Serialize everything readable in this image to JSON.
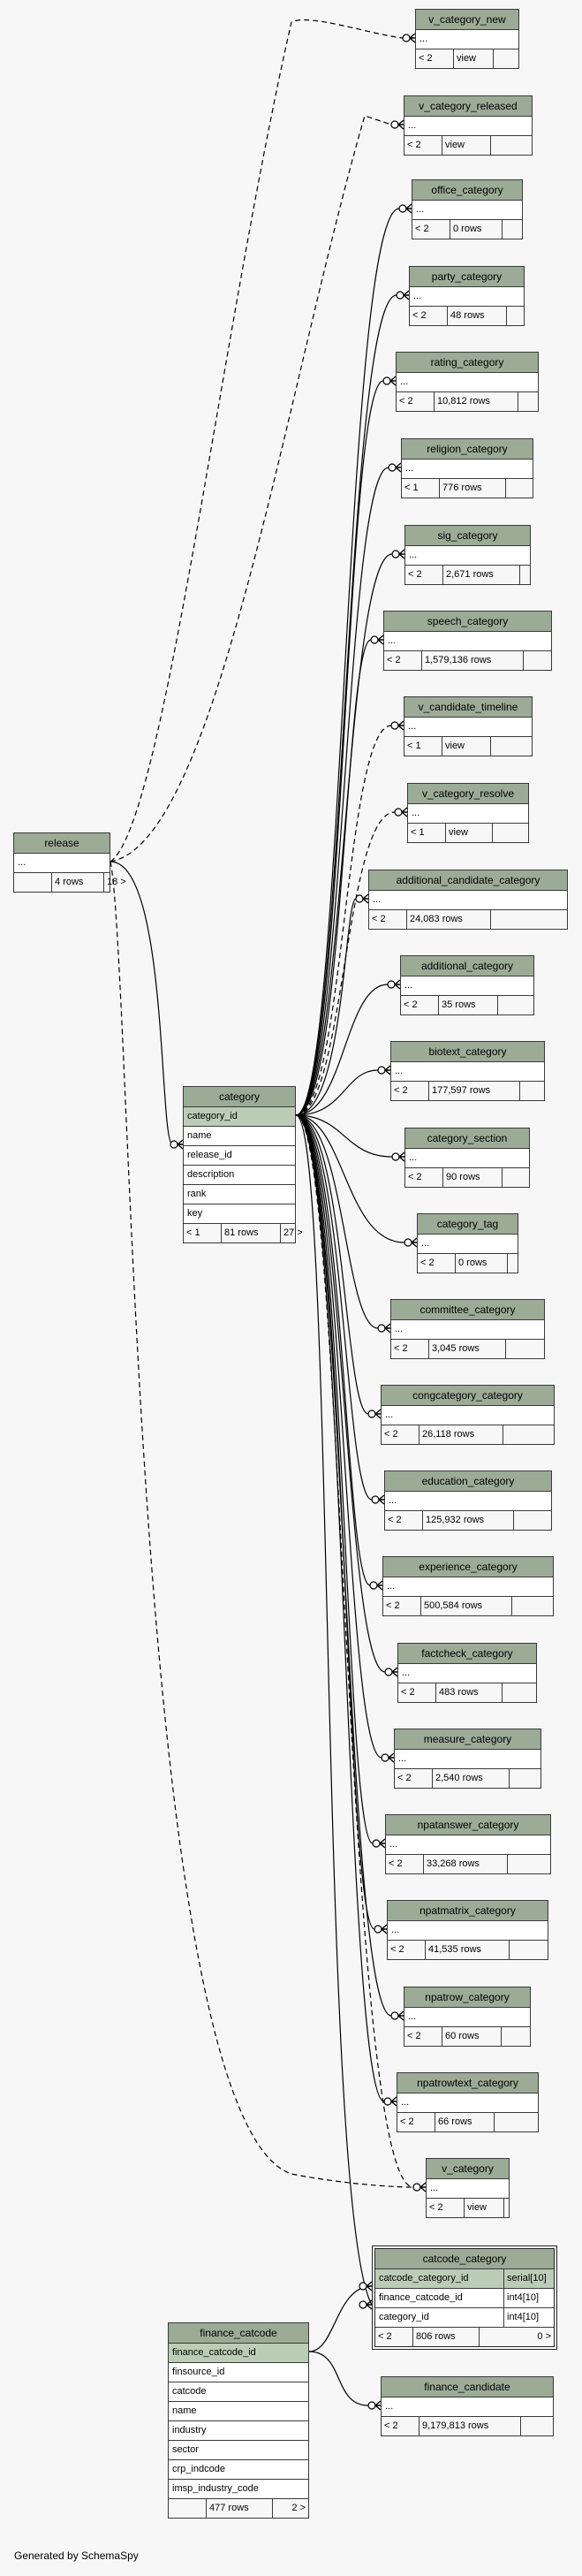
{
  "diagram": {
    "generator": "Generated by SchemaSpy",
    "colors": {
      "header": "#9bab96",
      "pk_row": "#bccdb7",
      "background": "#f7f7f7",
      "border": "#3a3a3a"
    },
    "tables": [
      {
        "id": "v_category_new",
        "name": "v_category_new",
        "rows": [
          {
            "name": "..."
          }
        ],
        "footer": [
          "< 2",
          "view",
          ""
        ],
        "rel": "dashed",
        "from": "release"
      },
      {
        "id": "v_category_released",
        "name": "v_category_released",
        "rows": [
          {
            "name": "..."
          }
        ],
        "footer": [
          "< 2",
          "view",
          ""
        ],
        "rel": "dashed",
        "from": "release"
      },
      {
        "id": "office_category",
        "name": "office_category",
        "rows": [
          {
            "name": "..."
          }
        ],
        "footer": [
          "< 2",
          "0 rows",
          ""
        ],
        "rel": "solid",
        "from": "category"
      },
      {
        "id": "party_category",
        "name": "party_category",
        "rows": [
          {
            "name": "..."
          }
        ],
        "footer": [
          "< 2",
          "48 rows",
          ""
        ],
        "rel": "solid",
        "from": "category"
      },
      {
        "id": "rating_category",
        "name": "rating_category",
        "rows": [
          {
            "name": "..."
          }
        ],
        "footer": [
          "< 2",
          "10,812 rows",
          ""
        ],
        "rel": "solid",
        "from": "category"
      },
      {
        "id": "religion_category",
        "name": "religion_category",
        "rows": [
          {
            "name": "..."
          }
        ],
        "footer": [
          "< 1",
          "776 rows",
          ""
        ],
        "rel": "solid",
        "from": "category"
      },
      {
        "id": "sig_category",
        "name": "sig_category",
        "rows": [
          {
            "name": "..."
          }
        ],
        "footer": [
          "< 2",
          "2,671 rows",
          ""
        ],
        "rel": "solid",
        "from": "category"
      },
      {
        "id": "speech_category",
        "name": "speech_category",
        "rows": [
          {
            "name": "..."
          }
        ],
        "footer": [
          "< 2",
          "1,579,136 rows",
          ""
        ],
        "rel": "solid",
        "from": "category"
      },
      {
        "id": "v_candidate_timeline",
        "name": "v_candidate_timeline",
        "rows": [
          {
            "name": "..."
          }
        ],
        "footer": [
          "< 1",
          "view",
          ""
        ],
        "rel": "dashed",
        "from": "category"
      },
      {
        "id": "v_category_resolve",
        "name": "v_category_resolve",
        "rows": [
          {
            "name": "..."
          }
        ],
        "footer": [
          "< 1",
          "view",
          ""
        ],
        "rel": "dashed",
        "from": "category"
      },
      {
        "id": "additional_candidate_category",
        "name": "additional_candidate_category",
        "rows": [
          {
            "name": "..."
          }
        ],
        "footer": [
          "< 2",
          "24,083 rows",
          ""
        ],
        "rel": "solid",
        "from": "category"
      },
      {
        "id": "additional_category",
        "name": "additional_category",
        "rows": [
          {
            "name": "..."
          }
        ],
        "footer": [
          "< 2",
          "35 rows",
          ""
        ],
        "rel": "solid",
        "from": "category"
      },
      {
        "id": "biotext_category",
        "name": "biotext_category",
        "rows": [
          {
            "name": "..."
          }
        ],
        "footer": [
          "< 2",
          "177,597 rows",
          ""
        ],
        "rel": "solid",
        "from": "category"
      },
      {
        "id": "category_section",
        "name": "category_section",
        "rows": [
          {
            "name": "..."
          }
        ],
        "footer": [
          "< 2",
          "90 rows",
          ""
        ],
        "rel": "solid",
        "from": "category"
      },
      {
        "id": "category_tag",
        "name": "category_tag",
        "rows": [
          {
            "name": "..."
          }
        ],
        "footer": [
          "< 2",
          "0 rows",
          ""
        ],
        "rel": "solid",
        "from": "category"
      },
      {
        "id": "committee_category",
        "name": "committee_category",
        "rows": [
          {
            "name": "..."
          }
        ],
        "footer": [
          "< 2",
          "3,045 rows",
          ""
        ],
        "rel": "solid",
        "from": "category"
      },
      {
        "id": "congcategory_category",
        "name": "congcategory_category",
        "rows": [
          {
            "name": "..."
          }
        ],
        "footer": [
          "< 2",
          "26,118 rows",
          ""
        ],
        "rel": "solid",
        "from": "category"
      },
      {
        "id": "education_category",
        "name": "education_category",
        "rows": [
          {
            "name": "..."
          }
        ],
        "footer": [
          "< 2",
          "125,932 rows",
          ""
        ],
        "rel": "solid",
        "from": "category"
      },
      {
        "id": "experience_category",
        "name": "experience_category",
        "rows": [
          {
            "name": "..."
          }
        ],
        "footer": [
          "< 2",
          "500,584 rows",
          ""
        ],
        "rel": "solid",
        "from": "category"
      },
      {
        "id": "factcheck_category",
        "name": "factcheck_category",
        "rows": [
          {
            "name": "..."
          }
        ],
        "footer": [
          "< 2",
          "483 rows",
          ""
        ],
        "rel": "solid",
        "from": "category"
      },
      {
        "id": "measure_category",
        "name": "measure_category",
        "rows": [
          {
            "name": "..."
          }
        ],
        "footer": [
          "< 2",
          "2,540 rows",
          ""
        ],
        "rel": "solid",
        "from": "category"
      },
      {
        "id": "npatanswer_category",
        "name": "npatanswer_category",
        "rows": [
          {
            "name": "..."
          }
        ],
        "footer": [
          "< 2",
          "33,268 rows",
          ""
        ],
        "rel": "solid",
        "from": "category"
      },
      {
        "id": "npatmatrix_category",
        "name": "npatmatrix_category",
        "rows": [
          {
            "name": "..."
          }
        ],
        "footer": [
          "< 2",
          "41,535 rows",
          ""
        ],
        "rel": "solid",
        "from": "category"
      },
      {
        "id": "npatrow_category",
        "name": "npatrow_category",
        "rows": [
          {
            "name": "..."
          }
        ],
        "footer": [
          "< 2",
          "60 rows",
          ""
        ],
        "rel": "solid",
        "from": "category"
      },
      {
        "id": "npatrowtext_category",
        "name": "npatrowtext_category",
        "rows": [
          {
            "name": "..."
          }
        ],
        "footer": [
          "< 2",
          "66 rows",
          ""
        ],
        "rel": "solid",
        "from": "category"
      },
      {
        "id": "v_category",
        "name": "v_category",
        "rows": [
          {
            "name": "..."
          }
        ],
        "footer": [
          "< 2",
          "view",
          ""
        ],
        "rel": "dashed",
        "from": "category"
      },
      {
        "id": "catcode_category",
        "name": "catcode_category",
        "focus": true,
        "rows": [
          {
            "name": "catcode_category_id",
            "type": "serial[10]",
            "pk": true
          },
          {
            "name": "finance_catcode_id",
            "type": "int4[10]"
          },
          {
            "name": "category_id",
            "type": "int4[10]"
          }
        ],
        "footer": [
          "< 2",
          "806 rows",
          "0 >"
        ]
      },
      {
        "id": "finance_candidate",
        "name": "finance_candidate",
        "rows": [
          {
            "name": "..."
          }
        ],
        "footer": [
          "< 2",
          "9,179,813 rows",
          ""
        ],
        "rel": "solid",
        "from": "finance_catcode"
      },
      {
        "id": "release",
        "name": "release",
        "rows": [
          {
            "name": "..."
          }
        ],
        "footer": [
          "",
          "4 rows",
          "18 >"
        ]
      },
      {
        "id": "category",
        "name": "category",
        "rows": [
          {
            "name": "category_id",
            "pk": true
          },
          {
            "name": "name"
          },
          {
            "name": "release_id"
          },
          {
            "name": "description"
          },
          {
            "name": "rank"
          },
          {
            "name": "key"
          }
        ],
        "footer": [
          "< 1",
          "81 rows",
          "27 >"
        ]
      },
      {
        "id": "finance_catcode",
        "name": "finance_catcode",
        "rows": [
          {
            "name": "finance_catcode_id",
            "pk": true
          },
          {
            "name": "finsource_id"
          },
          {
            "name": "catcode"
          },
          {
            "name": "name"
          },
          {
            "name": "industry"
          },
          {
            "name": "sector"
          },
          {
            "name": "crp_indcode"
          },
          {
            "name": "imsp_industry_code"
          }
        ],
        "footer": [
          "",
          "477 rows",
          "2 >"
        ]
      }
    ]
  }
}
